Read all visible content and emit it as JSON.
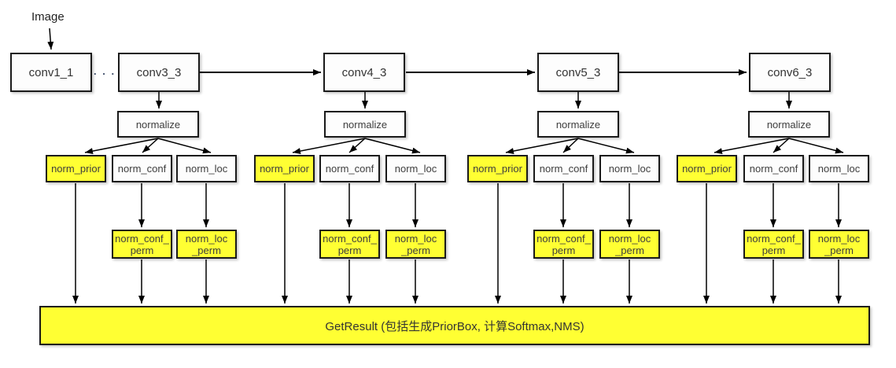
{
  "image_label": "Image",
  "ellipsis": ". . .",
  "conv1_label": "conv1_1",
  "groups": [
    {
      "conv": "conv3_3",
      "normalize": "normalize",
      "prior": "norm_prior",
      "conf": "norm_conf",
      "loc": "norm_loc",
      "conf_perm": "norm_conf_\nperm",
      "loc_perm": "norm_loc\n_perm"
    },
    {
      "conv": "conv4_3",
      "normalize": "normalize",
      "prior": "norm_prior",
      "conf": "norm_conf",
      "loc": "norm_loc",
      "conf_perm": "norm_conf_\nperm",
      "loc_perm": "norm_loc\n_perm"
    },
    {
      "conv": "conv5_3",
      "normalize": "normalize",
      "prior": "norm_prior",
      "conf": "norm_conf",
      "loc": "norm_loc",
      "conf_perm": "norm_conf_\nperm",
      "loc_perm": "norm_loc\n_perm"
    },
    {
      "conv": "conv6_3",
      "normalize": "normalize",
      "prior": "norm_prior",
      "conf": "norm_conf",
      "loc": "norm_loc",
      "conf_perm": "norm_conf_\nperm",
      "loc_perm": "norm_loc\n_perm"
    }
  ],
  "result_label": "GetResult (包括生成PriorBox, 计算Softmax,NMS)",
  "colors": {
    "highlight_yellow": "#FFFF33",
    "node_fill": "#FDFDFD",
    "node_border": "#1A1A1A",
    "arrow": "#000000"
  }
}
